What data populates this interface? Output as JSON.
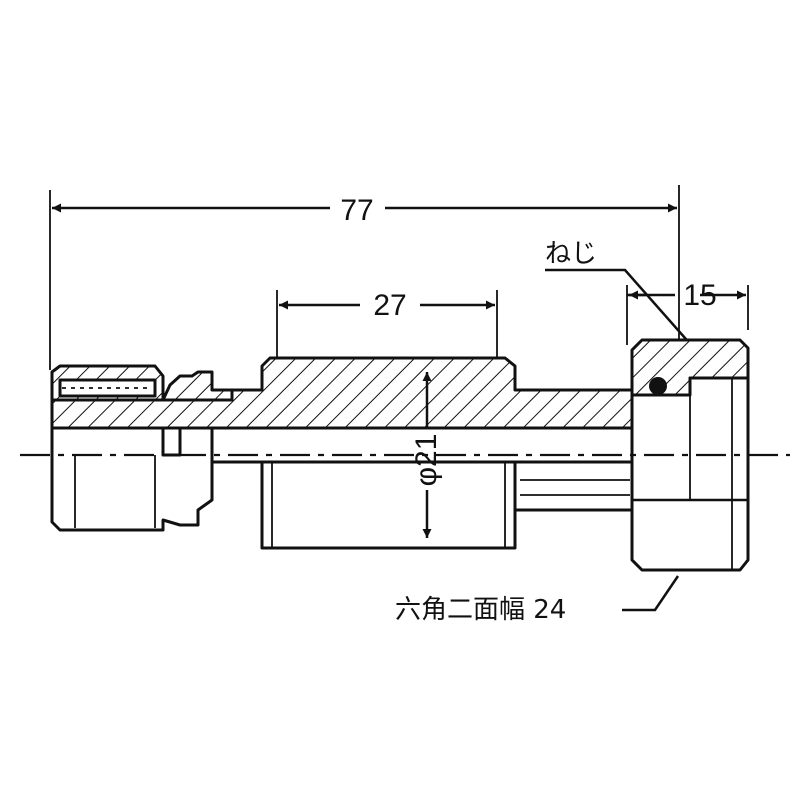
{
  "dimensions": {
    "overall_length": "77",
    "center_section_length": "27",
    "nut_length": "15",
    "diameter": "φ21"
  },
  "labels": {
    "thread": "ねじ",
    "hex_across_flats": "六角二面幅 24"
  }
}
